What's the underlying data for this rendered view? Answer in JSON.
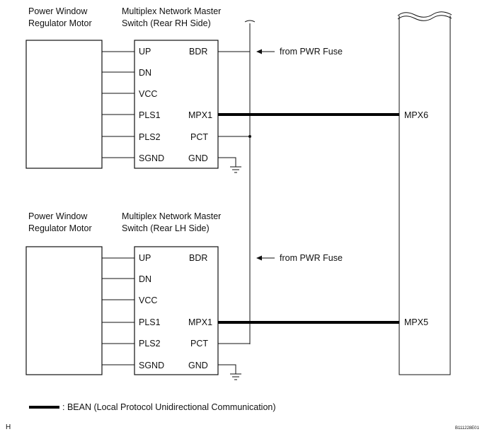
{
  "sections": [
    {
      "motor_title": [
        "Power Window",
        "Regulator Motor"
      ],
      "switch_title": [
        "Multiplex Network Master",
        "Switch (Rear RH Side)"
      ],
      "left_pins": [
        "UP",
        "DN",
        "VCC",
        "PLS1",
        "PLS2",
        "SGND"
      ],
      "right_pins": [
        "BDR",
        "",
        "",
        "MPX1",
        "PCT",
        "GND"
      ],
      "fuse_label": "from PWR Fuse",
      "mpx_label": "MPX6"
    },
    {
      "motor_title": [
        "Power Window",
        "Regulator Motor"
      ],
      "switch_title": [
        "Multiplex Network Master",
        "Switch (Rear LH Side)"
      ],
      "left_pins": [
        "UP",
        "DN",
        "VCC",
        "PLS1",
        "PLS2",
        "SGND"
      ],
      "right_pins": [
        "BDR",
        "",
        "",
        "MPX1",
        "PCT",
        "GND"
      ],
      "fuse_label": "from PWR Fuse",
      "mpx_label": "MPX5"
    }
  ],
  "legend": ": BEAN (Local Protocol Unidirectional Communication)",
  "corner_letter": "H",
  "figure_id": "B111228E01"
}
